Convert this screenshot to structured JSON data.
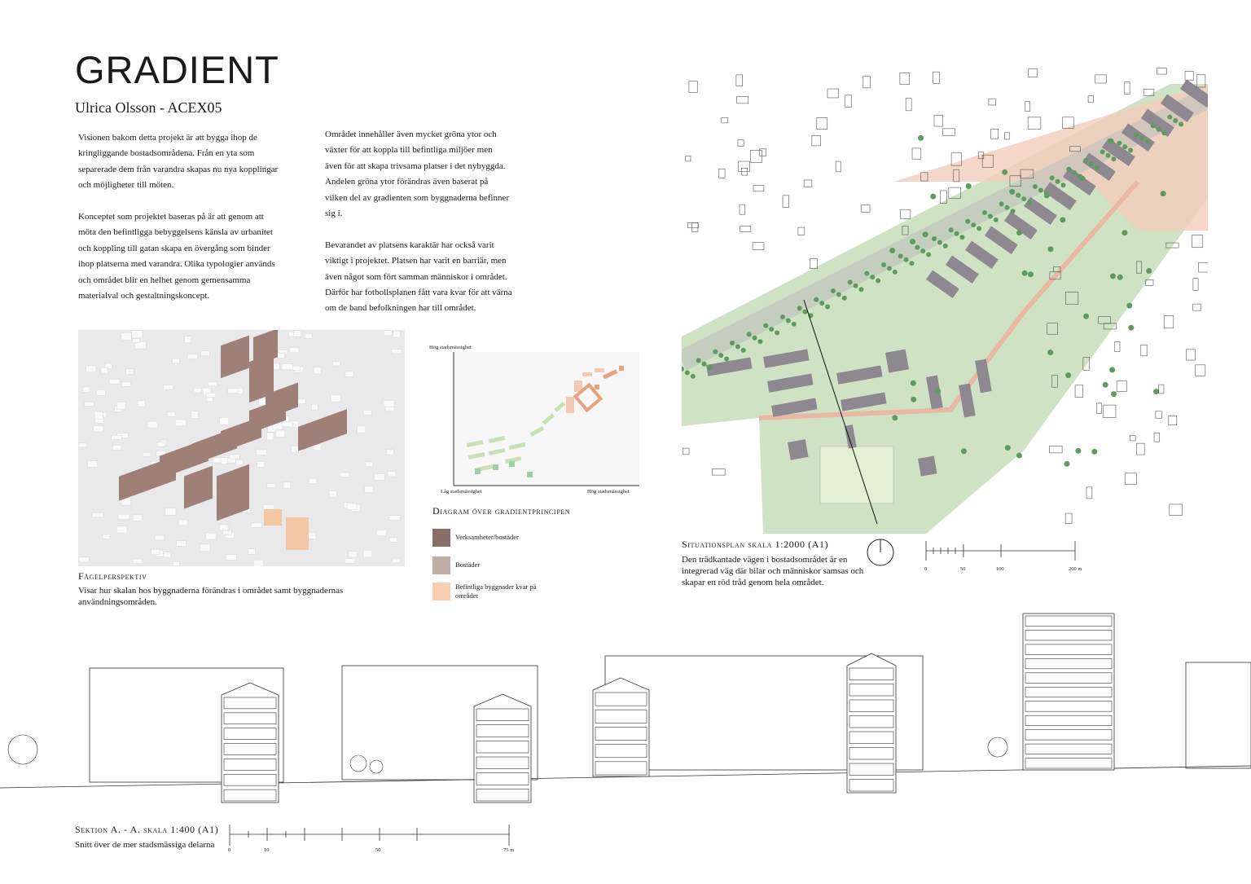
{
  "header": {
    "title": "GRADIENT",
    "subtitle": "Ulrica Olsson - ACEX05"
  },
  "intro": {
    "col1": "Visionen bakom detta projekt är att bygga ihop de\nkringliggande bostadsområdena. Från en yta som\nseparerade dem från varandra skapas nu nya kopplingar\noch möjligheter till möten.\n\nKonceptet som projektet baseras på är att genom att\nmöta den befintligga bebyggelsens känsla av urbanitet\noch koppling till gatan skapa en övergång som binder\nihop platserna med varandra. Olika typologier används\noch området blir en helhet genom gemensamma\nmaterialval och gestaltningskoncept.",
    "col2": "Området innehåller även mycket gröna ytor och\nväxter för att koppla till befintliga miljöer men\näven för att skapa trivsama platser i det nybyggda.\nAndelen gröna ytor förändras även baserat på\nvilken del av gradienten som byggnaderna befinner\nsig i.\n\nBevarandet av platsens karaktär har också varit\nviktigt i projektet. Platsen har varit en barriär, men\näven något som fört samman människor i området.\nDärför har fotbollsplanen fått vara kvar för att värna\nom de band befolkningen har till området."
  },
  "birdseye": {
    "title": "Fågelperspektiv",
    "caption": "Visar hur skalan hos byggnaderna förändras i området samt byggnadernas användningsområden."
  },
  "diagram": {
    "y_label": "Hög stadsmässighet",
    "x_label_left": "Låg stadsmässighet",
    "x_label_right": "Hög stadsmässighet",
    "title": "Diagram över gradientprincipen",
    "legend": [
      {
        "label": "Verksamheter/bostäder",
        "color": "#8a6e66"
      },
      {
        "label": "Bostäder",
        "color": "#bfaea4"
      },
      {
        "label": "Befintliga byggnader kvar på området",
        "color": "#f8cfb0"
      }
    ]
  },
  "siteplan": {
    "title": "Situationsplan skala 1:2000 (A1)",
    "caption": "Den trädkantade vägen i bostadsområdet är en integrerad väg där bilar och människor samsas och skapar en röd tråd genom hela området.",
    "scale_labels": [
      "0",
      "50",
      "100",
      "200 m"
    ],
    "colors": {
      "green": "#cfe3c4",
      "road": "#e8c4b4",
      "building": "#8e8890",
      "pink": "#f2cdbd"
    }
  },
  "section": {
    "title": "Sektion A. - A. skala 1:400 (A1)",
    "caption": "Snitt över de mer stadsmässiga delarna",
    "scale_labels": [
      "0",
      "10",
      "50",
      "75 m"
    ]
  }
}
